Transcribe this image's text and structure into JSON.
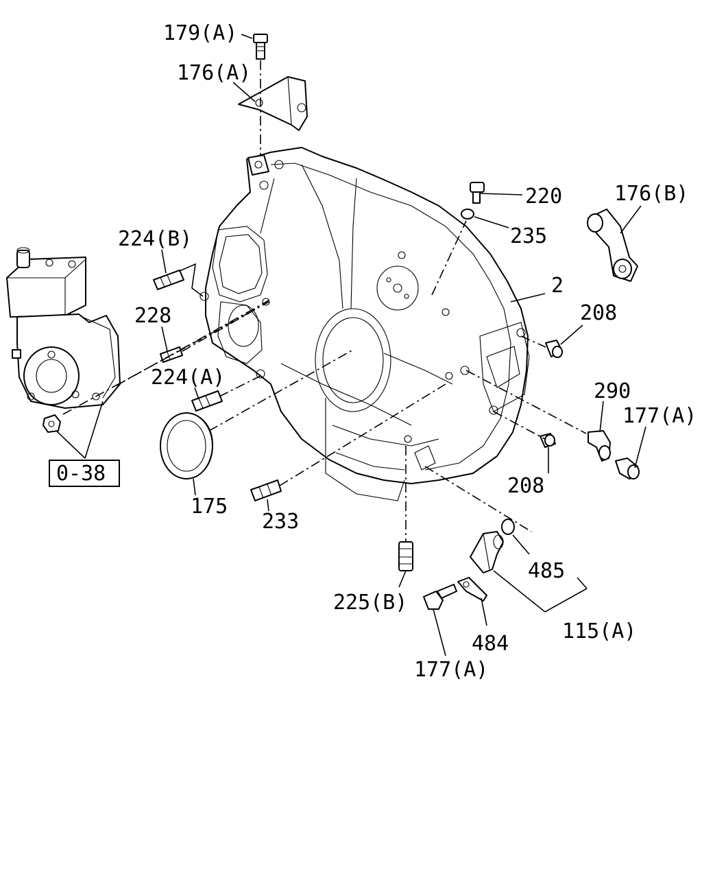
{
  "labels": {
    "p179A": "179(A)",
    "p176A": "176(A)",
    "p220": "220",
    "p176B": "176(B)",
    "p235": "235",
    "p224B": "224(B)",
    "p2": "2",
    "p208a": "208",
    "p228": "228",
    "p224A": "224(A)",
    "p290": "290",
    "p177Aa": "177(A)",
    "p038": "0-38",
    "p208b": "208",
    "p175": "175",
    "p233": "233",
    "p485": "485",
    "p225B": "225(B)",
    "p115A": "115(A)",
    "p484": "484",
    "p177Ab": "177(A)"
  }
}
